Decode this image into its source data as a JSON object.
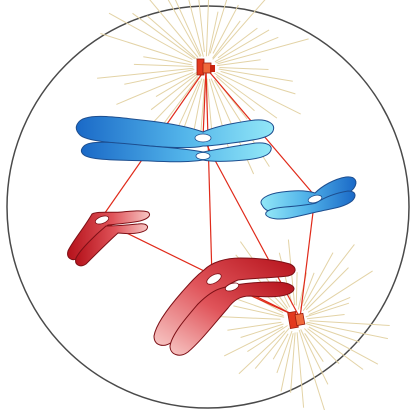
{
  "diagram": {
    "colors": {
      "background": "#ffffff",
      "cell_outline": "#4a4a4a",
      "aster_rays": "#e3d3a6",
      "spindle_fibers": "#e02a1a",
      "centrosome": "#e3391f",
      "blue_chromosome_dark": "#1a69c7",
      "blue_chromosome_light": "#92e7f7",
      "red_chromosome_dark": "#b5121b",
      "red_chromosome_light": "#f7c6c4",
      "centromere": "#ffffff"
    },
    "parts": {
      "centrosomes": 2,
      "chromosomes": 4,
      "chromosome_colors": [
        "blue",
        "blue",
        "red",
        "red"
      ]
    }
  }
}
